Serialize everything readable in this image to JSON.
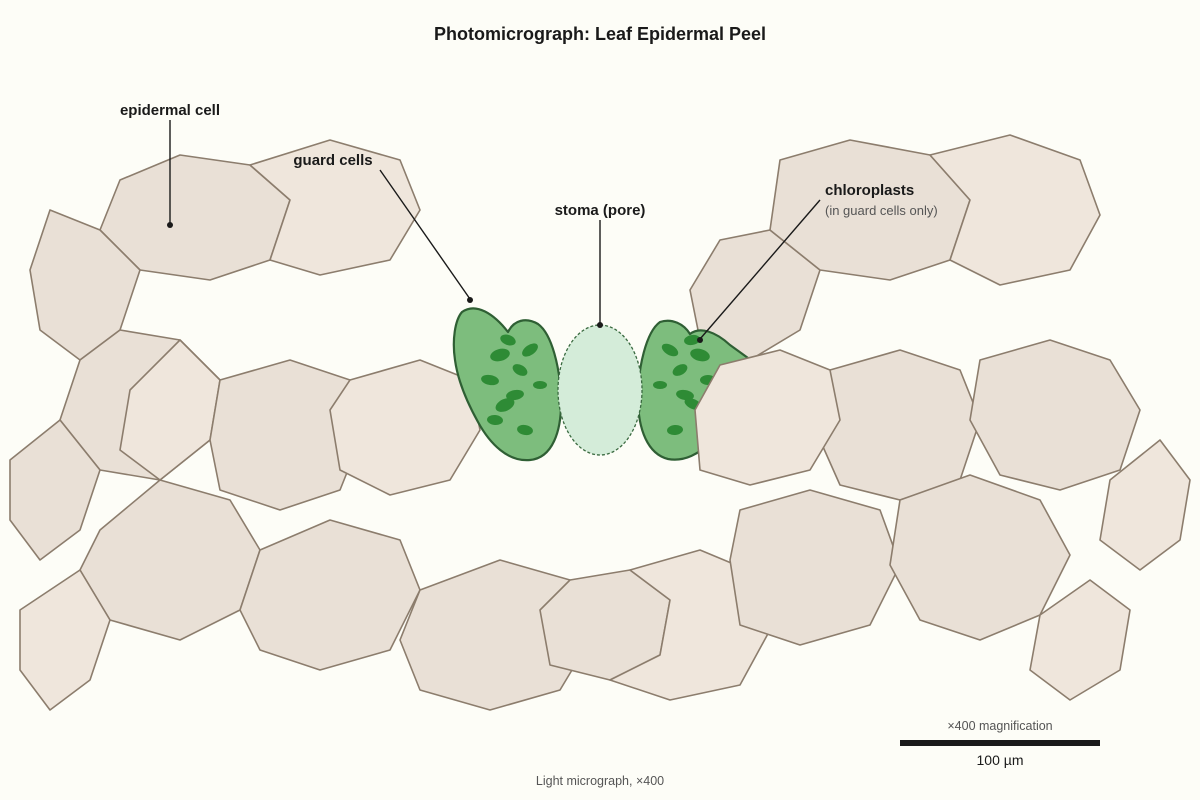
{
  "title": "Photomicrograph: Leaf Epidermal Peel",
  "labels": {
    "epidermal_cell": "epidermal cell",
    "guard_cells": "guard cells",
    "stoma": "stoma (pore)",
    "chloroplasts": "chloroplasts",
    "chloroplasts_note": "(in guard cells only)"
  },
  "scale_bar": {
    "magnification": "×400 magnification",
    "length_label": "100 µm"
  },
  "caption": "Light micrograph, ×400",
  "colors": {
    "background": "#fdfdf7",
    "cell_fill": "#e9e0d6",
    "cell_fill_alt": "#efe6dc",
    "cell_stroke": "#8c7d6d",
    "guard_fill": "#7dbd7d",
    "guard_stroke": "#2f5f34",
    "chloroplast": "#2e8b35",
    "pore_fill": "#d4ecd9",
    "pore_stroke": "#3a6a40",
    "text": "#1a1a1a",
    "subtext": "#555555",
    "scale_bar": "#1a1a1a"
  }
}
